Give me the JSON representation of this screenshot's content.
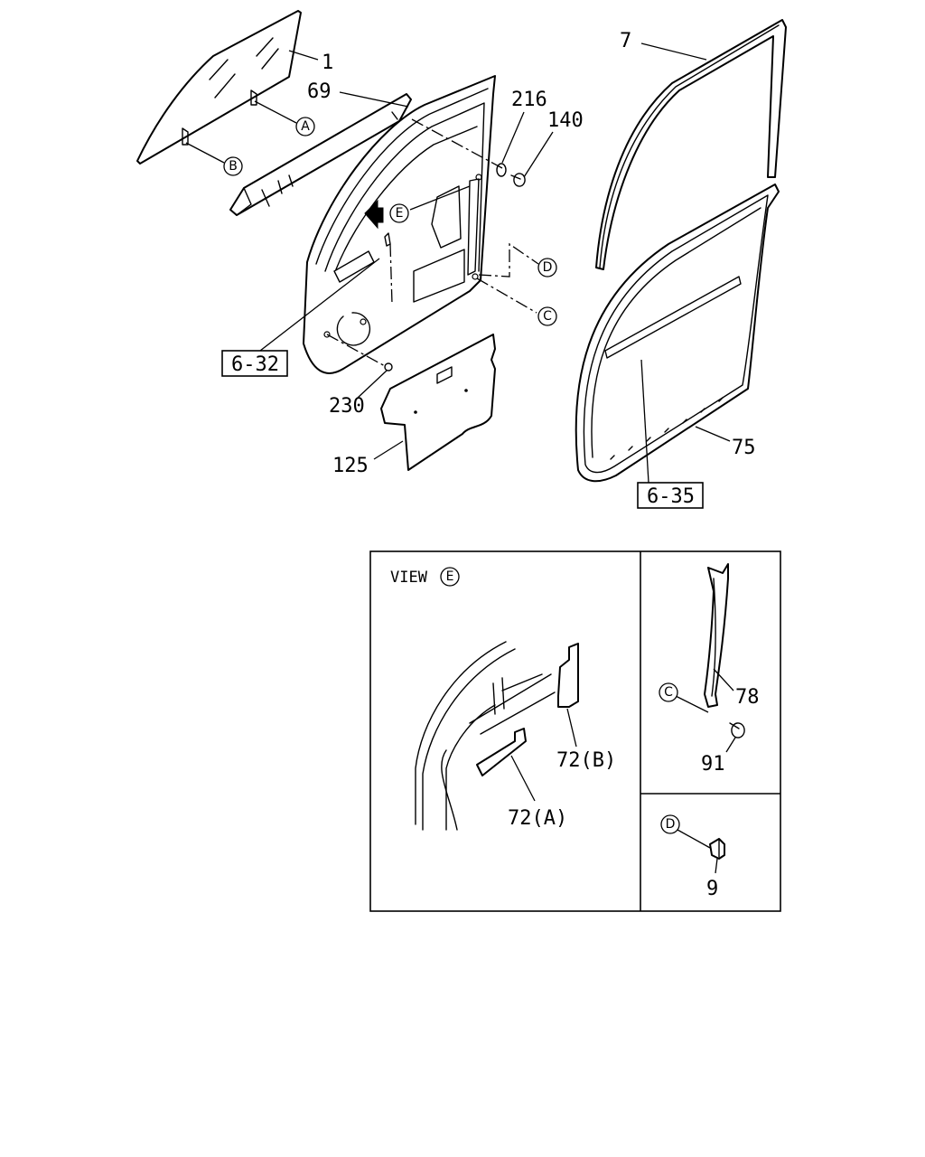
{
  "callouts": {
    "p1": "1",
    "p69": "69",
    "p216": "216",
    "p140": "140",
    "p7": "7",
    "p75": "75",
    "p230": "230",
    "p125": "125",
    "p78": "78",
    "p91": "91",
    "p9": "9",
    "p72a": "72(A)",
    "p72b": "72(B)"
  },
  "refs": {
    "r632": "6-32",
    "r635": "6-35"
  },
  "markers": {
    "A": "A",
    "B": "B",
    "C": "C",
    "D": "D",
    "E": "E"
  },
  "detail": {
    "view_label": "VIEW",
    "view_marker": "E"
  }
}
